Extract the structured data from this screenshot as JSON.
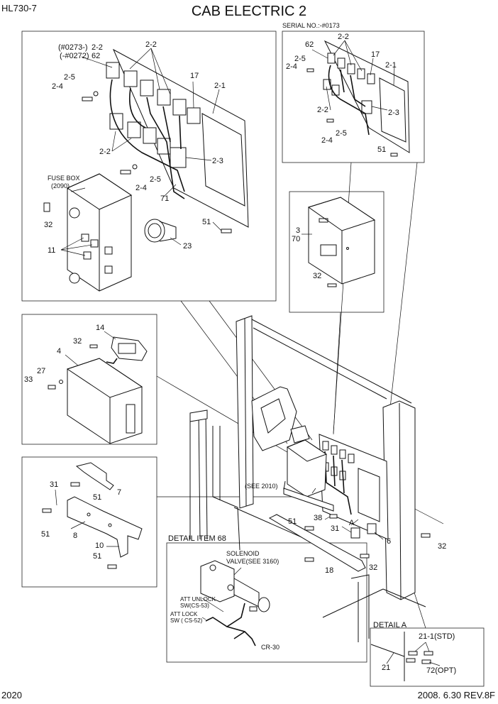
{
  "header": {
    "model": "HL730-7",
    "title": "CAB ELECTRIC 2"
  },
  "footer": {
    "page_number": "2020",
    "date_rev": "2008. 6.30  REV.8F"
  },
  "panel_fuse": {
    "serial_a": "(#0273-)",
    "serial_b": "(-#0272)",
    "fuse_box_label": "FUSE BOX",
    "fuse_box_ref": "(2090)",
    "labels": {
      "l_2_2_top": "2-2",
      "l_2_2_serial": "2-2",
      "l_62": "62",
      "l_2_5": "2-5",
      "l_2_4": "2-4",
      "l_17": "17",
      "l_2_1": "2-1",
      "l_2_2_left": "2-2",
      "l_2_3": "2-3",
      "l_2_5_b": "2-5",
      "l_2_4_b": "2-4",
      "l_71": "71",
      "l_32": "32",
      "l_11": "11",
      "l_23": "23",
      "l_51": "51"
    }
  },
  "panel_serial": {
    "title": "SERIAL NO.:-#0173",
    "labels": {
      "l_62": "62",
      "l_2_2": "2-2",
      "l_17": "17",
      "l_2_5": "2-5",
      "l_2_4": "2-4",
      "l_2_1": "2-1",
      "l_2_2_b": "2-2",
      "l_2_3": "2-3",
      "l_2_5_b": "2-5",
      "l_2_4_b": "2-4",
      "l_51": "51"
    }
  },
  "panel_controller": {
    "labels": {
      "l_3": "3",
      "l_70": "70",
      "l_32": "32"
    }
  },
  "panel_relay": {
    "labels": {
      "l_14": "14",
      "l_32": "32",
      "l_4": "4",
      "l_27": "27",
      "l_33": "33"
    }
  },
  "panel_bracket": {
    "labels": {
      "l_31": "31",
      "l_51_a": "51",
      "l_7": "7",
      "l_51_b": "51",
      "l_8": "8",
      "l_10": "10",
      "l_51_c": "51"
    }
  },
  "main_view": {
    "see_ref": "(SEE 2010)",
    "labels": {
      "l_a": "A",
      "l_38": "38",
      "l_51": "51",
      "l_31": "31",
      "l_6": "6",
      "l_32_r": "32",
      "l_32_b": "32",
      "l_18": "18"
    }
  },
  "detail_68": {
    "title": "DETAIL ITEM 68",
    "solenoid_line1": "SOLENOID",
    "solenoid_line2": "VALVE(SEE 3160)",
    "unlock_line1": "ATT UNLOCK",
    "unlock_line2": "SW(CS-53)",
    "lock_line1": "ATT LOCK",
    "lock_line2": "SW ( CS-52)",
    "cr30": "CR-30"
  },
  "detail_a": {
    "title": "DETAIL A",
    "std": "21-1(STD)",
    "opt": "72(OPT)",
    "l_21": "21"
  }
}
